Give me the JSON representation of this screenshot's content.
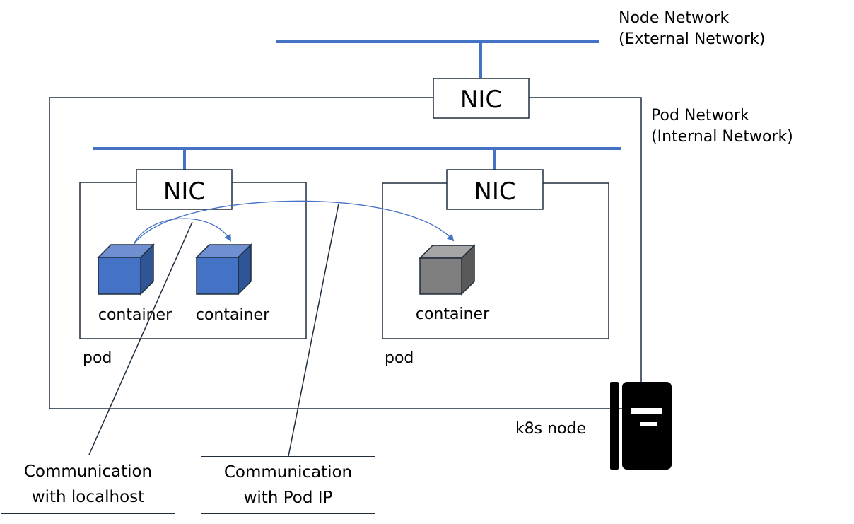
{
  "node_network": {
    "line1": "Node Network",
    "line2": "(External Network)"
  },
  "pod_network": {
    "line1": "Pod Network",
    "line2": "(Internal Network)"
  },
  "node_nic": {
    "label": "NIC"
  },
  "pod_left": {
    "nic": "NIC",
    "pod_label": "pod",
    "containers": [
      "container",
      "container"
    ]
  },
  "pod_right": {
    "nic": "NIC",
    "pod_label": "pod",
    "containers": [
      "container"
    ]
  },
  "k8s_node": {
    "label": "k8s node"
  },
  "callouts": {
    "localhost": {
      "line1": "Communication",
      "line2": "with localhost"
    },
    "pod_ip": {
      "line1": "Communication",
      "line2": "with Pod IP"
    }
  },
  "colors": {
    "network_line": "#4472c4",
    "container_blue": "#4472c4",
    "container_gray": "#7f7f7f",
    "outline": "#1f2d3d"
  }
}
